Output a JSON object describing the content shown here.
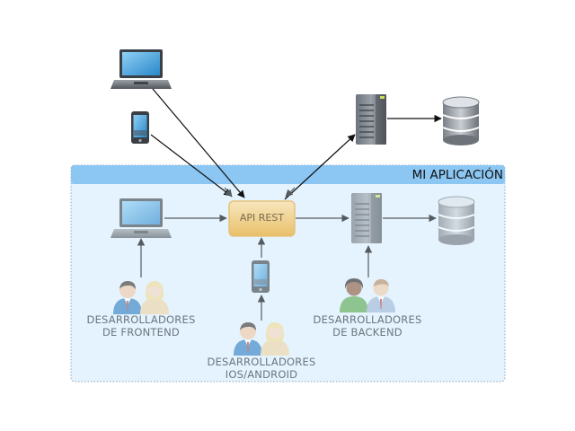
{
  "app_region": {
    "title": "MI APLICACIÓN",
    "fill": "#e4f3fd",
    "header_fill": "#8cc6f3"
  },
  "api": {
    "label": "API REST",
    "fill": "#f1d48e"
  },
  "groups": {
    "frontend": {
      "line1": "DESARROLLADORES",
      "line2": "DE FRONTEND"
    },
    "mobile": {
      "line1": "DESARROLLADORES",
      "line2": "IOS/ANDROID"
    },
    "backend": {
      "line1": "DESARROLLADORES",
      "line2": "DE BACKEND"
    }
  },
  "icons": {
    "external_laptop": "laptop-icon",
    "external_phone": "smartphone-icon",
    "external_server": "server-icon",
    "external_database": "database-icon",
    "inner_laptop": "laptop-icon",
    "inner_phone": "smartphone-icon",
    "inner_server": "server-icon",
    "inner_database": "database-icon",
    "developers": "people-icon"
  }
}
